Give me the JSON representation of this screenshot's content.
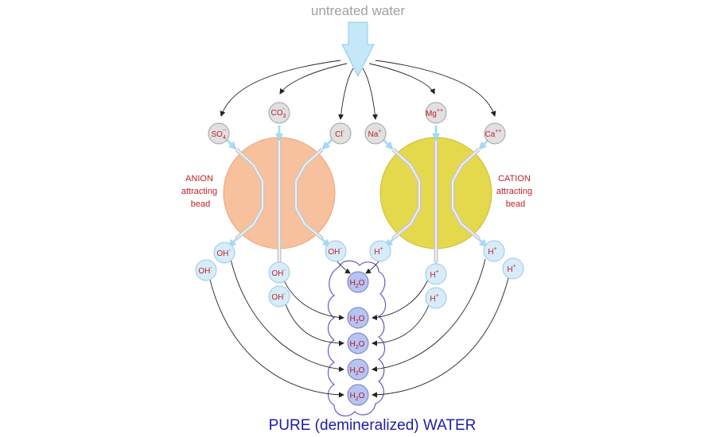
{
  "title": "untreated water",
  "bottom_label": "PURE (demineralized) WATER",
  "anion_bead": {
    "label_lines": [
      "ANION",
      "attracting",
      "bead"
    ],
    "color": "#f7c19d"
  },
  "cation_bead": {
    "label_lines": [
      "CATION",
      "attracting",
      "bead"
    ],
    "color": "#e4d84c"
  },
  "input_ions": [
    {
      "id": "so4",
      "base": "SO",
      "sub": "4",
      "sup": "--"
    },
    {
      "id": "co3",
      "base": "CO",
      "sub": "3",
      "sup": "-"
    },
    {
      "id": "cl",
      "base": "Cl",
      "sub": "",
      "sup": "-"
    },
    {
      "id": "na",
      "base": "Na",
      "sub": "",
      "sup": "+"
    },
    {
      "id": "mg",
      "base": "Mg",
      "sub": "",
      "sup": "++"
    },
    {
      "id": "ca",
      "base": "Ca",
      "sub": "",
      "sup": "++"
    }
  ],
  "hydroxide_ion": {
    "base": "OH",
    "sup": "-"
  },
  "hydrogen_ion": {
    "base": "H",
    "sup": "+"
  },
  "water_molecule": {
    "base": "H",
    "sub": "2",
    "tail": "O"
  },
  "colors": {
    "arrow_fill": "#c4e8f8",
    "ion_fill": "#e0e0e0",
    "product_ion_fill": "#d6ecf8",
    "water_fill": "#b8c4f0",
    "cloud_stroke": "#6a5ac8",
    "text_red": "#c0202a",
    "bottom_text": "#1c1ca8"
  }
}
